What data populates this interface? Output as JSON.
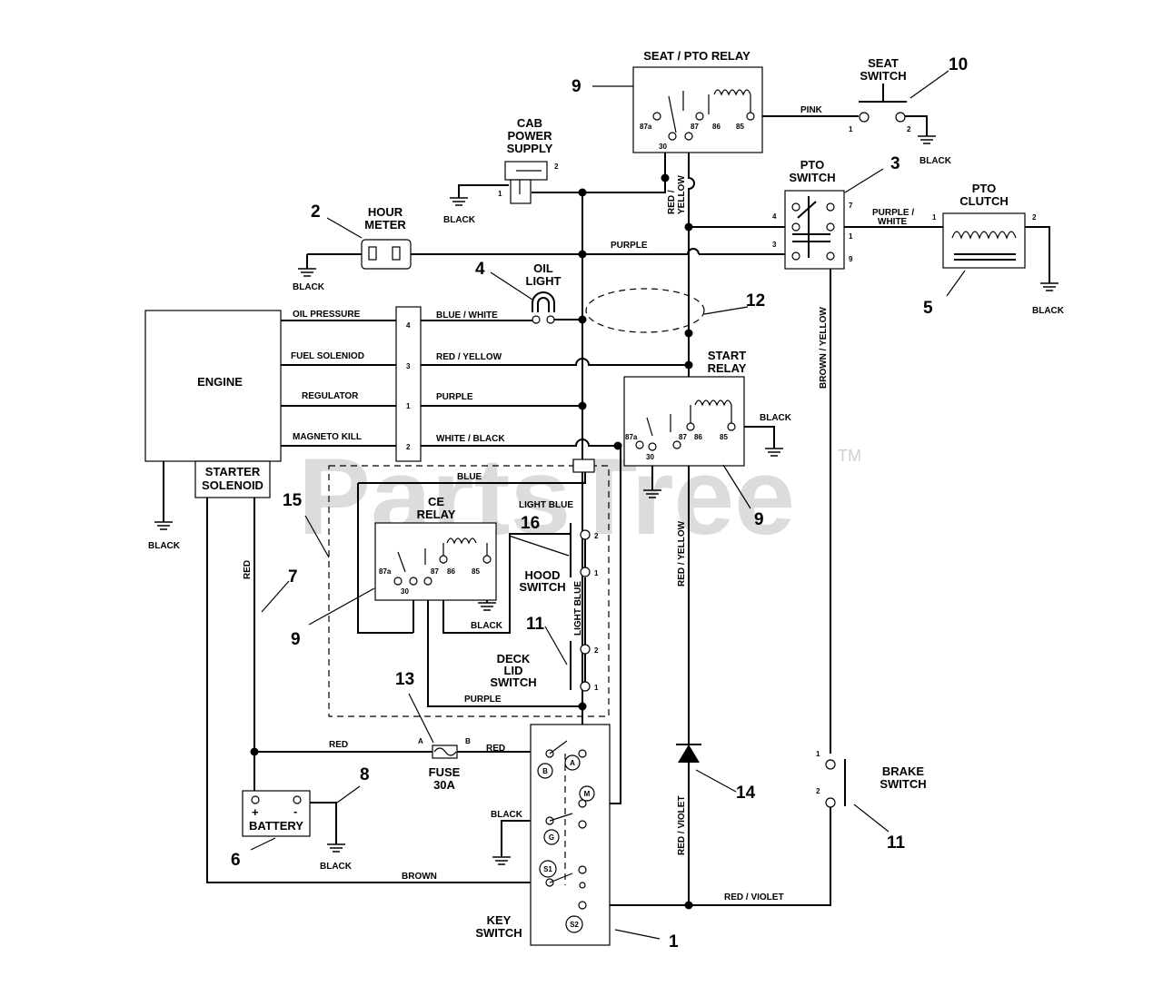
{
  "watermark": {
    "text": "PartsTree",
    "tm": "TM"
  },
  "components": {
    "seat_pto_relay": "SEAT / PTO RELAY",
    "seat_switch": [
      "SEAT",
      "SWITCH"
    ],
    "cab_power_supply": [
      "CAB",
      "POWER",
      "SUPPLY"
    ],
    "pto_switch": [
      "PTO",
      "SWITCH"
    ],
    "pto_clutch": [
      "PTO",
      "CLUTCH"
    ],
    "hour_meter": [
      "HOUR",
      "METER"
    ],
    "oil_light": [
      "OIL",
      "LIGHT"
    ],
    "engine": "ENGINE",
    "starter_solenoid": [
      "STARTER",
      "SOLENOID"
    ],
    "start_relay": [
      "START",
      "RELAY"
    ],
    "ce_relay": [
      "CE",
      "RELAY"
    ],
    "hood_switch": [
      "HOOD",
      "SWITCH"
    ],
    "deck_lid_switch": [
      "DECK",
      "LID",
      "SWITCH"
    ],
    "fuse": [
      "FUSE",
      "30A"
    ],
    "battery": "BATTERY",
    "key_switch": [
      "KEY",
      "SWITCH"
    ],
    "brake_switch": [
      "BRAKE",
      "SWITCH"
    ]
  },
  "engine_terminals": [
    {
      "label": "OIL PRESSURE",
      "pin": "4",
      "wire": "BLUE / WHITE"
    },
    {
      "label": "FUEL SOLENIOD",
      "pin": "3",
      "wire": "RED / YELLOW"
    },
    {
      "label": "REGULATOR",
      "pin": "1",
      "wire": "PURPLE"
    },
    {
      "label": "MAGNETO KILL",
      "pin": "2",
      "wire": "WHITE / BLACK"
    }
  ],
  "wire_labels": {
    "pink": "PINK",
    "black": "BLACK",
    "red_yellow_stacked": [
      "RED /",
      "YELLOW"
    ],
    "purple": "PURPLE",
    "purple_white": [
      "PURPLE /",
      "WHITE"
    ],
    "brown_yellow": "BROWN / YELLOW",
    "blue": "BLUE",
    "light_blue": "LIGHT BLUE",
    "red_yellow": "RED / YELLOW",
    "red": "RED",
    "red_violet": "RED / VIOLET",
    "brown": "BROWN"
  },
  "relay_pins": [
    "87a",
    "30",
    "87",
    "86",
    "85"
  ],
  "key_switch_terminals": [
    "A",
    "B",
    "M",
    "G",
    "S1",
    "S2"
  ],
  "pins": {
    "p1": "1",
    "p2": "2",
    "p3": "3",
    "p4": "4",
    "p7": "7",
    "p9": "9",
    "fuse_a": "A",
    "fuse_b": "B",
    "plus": "+",
    "minus": "-"
  },
  "callouts": [
    "1",
    "2",
    "3",
    "4",
    "5",
    "6",
    "7",
    "8",
    "9",
    "10",
    "11",
    "12",
    "13",
    "14",
    "15",
    "16"
  ]
}
